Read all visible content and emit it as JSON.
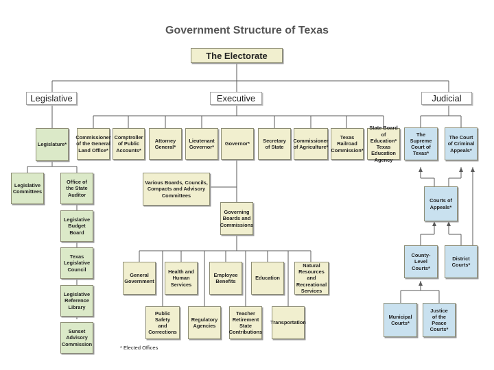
{
  "title": "Government Structure of Texas",
  "electorate": "The Electorate",
  "branches": {
    "legislative": "Legislative",
    "executive": "Executive",
    "judicial": "Judicial"
  },
  "legislative": {
    "legislature": "Legislature*",
    "committees": "Legislative\nCommittees",
    "auditor": "Office of\nthe State\nAuditor",
    "budget_board": "Legislative\nBudget Board",
    "council": "Texas\nLegislative\nCouncil",
    "reference_library": "Legislative\nReference\nLibrary",
    "sunset": "Sunset\nAdvisory\nCommission"
  },
  "executive": {
    "general_land_office": "Commissioner\nof the General\nLand Office*",
    "comptroller": "Comptroller\nof Public\nAccounts*",
    "attorney_general": "Attorney\nGeneral*",
    "lieutenant_governor": "Lieutenant\nGovernor*",
    "governor": "Governor*",
    "secretary_of_state": "Secretary\nof State",
    "agriculture": "Commissioner\nof Agriculture*",
    "railroad_commission": "Texas\nRailroad\nCommission*",
    "board_of_education": "State Board\nof Education*\nTexas Education\nAgency",
    "boards_councils": "Various Boards, Councils,\nCompacts and Advisory\nCommittees",
    "governing_boards": "Governing\nBoards and\nCommissions",
    "agencies": {
      "general_government": "General\nGovernment",
      "health": "Health and\nHuman\nServices",
      "employee_benefits": "Employee\nBenefits",
      "education": "Education",
      "natural_resources": "Natural\nResources and\nRecreational\nServices",
      "public_safety": "Public Safety\nand\nCorrections",
      "regulatory": "Regulatory\nAgencies",
      "teacher_retirement": "Teacher\nRetirement\nState\nContributions",
      "transportation": "Transportation"
    }
  },
  "judicial": {
    "supreme_court": "The Supreme\nCourt of\nTexas*",
    "criminal_appeals": "The Court\nof Criminal\nAppeals*",
    "courts_of_appeals": "Courts of\nAppeals*",
    "county_courts": "County-Level\nCourts*",
    "district_courts": "District\nCourts*",
    "municipal_courts": "Municipal\nCourts*",
    "justice_of_peace": "Justice\nof the\nPeace\nCourts*"
  },
  "footnote": "* Elected Offices",
  "colors": {
    "cream": "#f1efcf",
    "green": "#dbe9c8",
    "blue": "#c9e1ef",
    "line": "#5a5a5a",
    "title": "#555555"
  }
}
